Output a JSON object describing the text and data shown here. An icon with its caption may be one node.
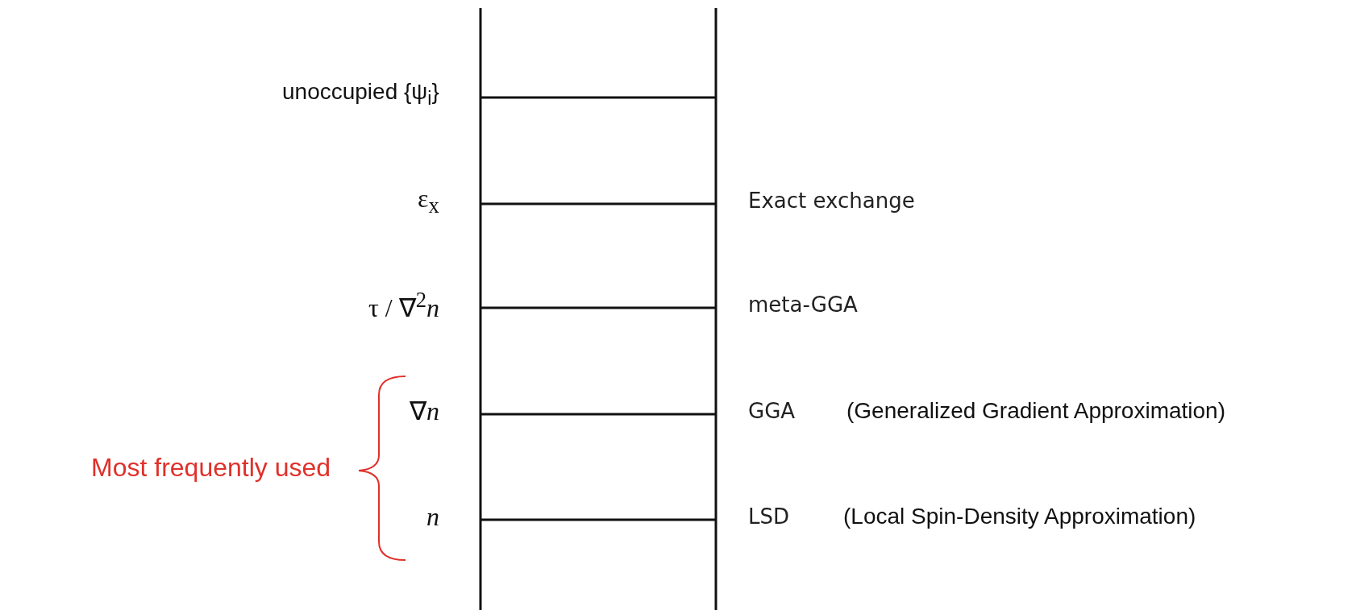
{
  "diagram": {
    "labels": [
      "unoccupied {ψ$_{i}$}",
      "ε$_{x}$",
      "Exact exchange",
      "τ  /  ∇$^{2}$*n*",
      "meta-GGA",
      "∇*n*",
      "GGA",
      "(Generalized Gradient Approximation)",
      "Most frequently used",
      "*n*",
      "LSD",
      "(Local Spin-Density Approximation)"
    ]
  }
}
